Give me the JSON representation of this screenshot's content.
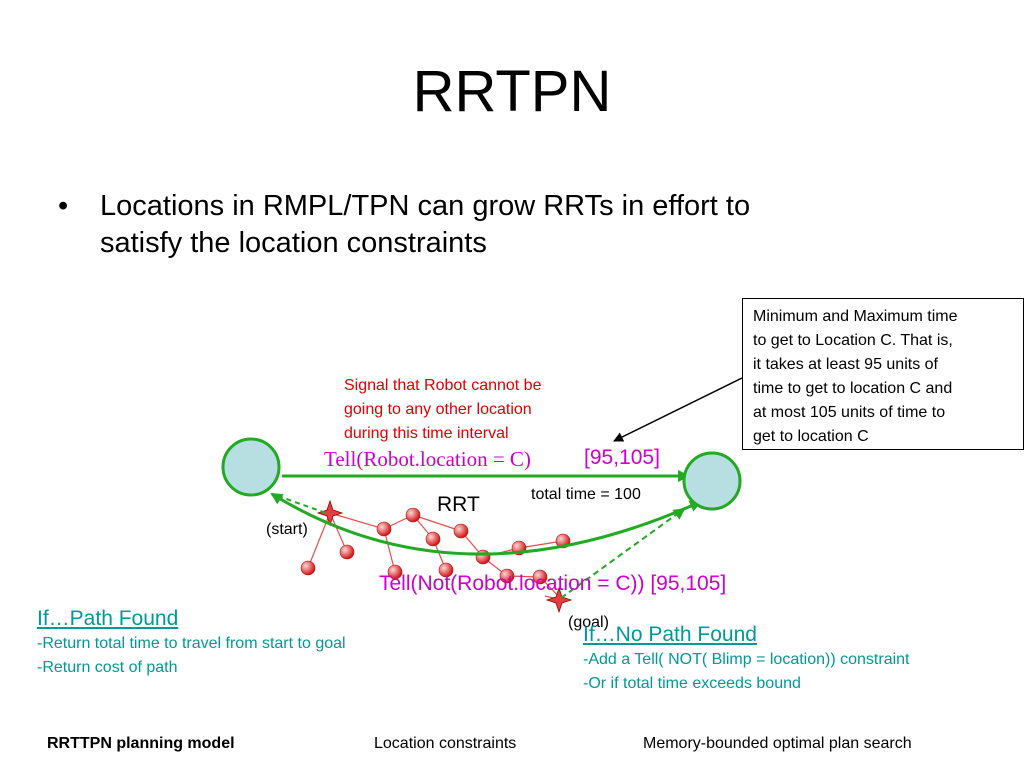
{
  "title": "RRTPN",
  "bullet": {
    "symbol": "•",
    "line1": "Locations in RMPL/TPN can grow RRTs in effort to",
    "line2": "satisfy the location constraints"
  },
  "callout": {
    "lines": [
      "Minimum and Maximum time",
      "to get to Location C. That is,",
      "it takes at least 95 units of",
      "time to get to location C and",
      "at most 105 units of time to",
      "get to location C"
    ]
  },
  "signal": {
    "lines": [
      "Signal that Robot cannot be",
      "going to any other location",
      "during this time interval"
    ],
    "color": "#e00000"
  },
  "diagram": {
    "tell_top": "Tell(Robot.location = C)",
    "tell_top_interval": "[95,105]",
    "tell_bottom": "Tell(Not(Robot.location = C)) [95,105]",
    "rrt_label": "RRT",
    "total_time": "total time = 100",
    "start_label": "(start)",
    "goal_label": "(goal)",
    "node_fill": "#b7dfe2",
    "node_stroke": "#22aa22",
    "arrow_color": "#22aa22",
    "label_color": "#cc00cc"
  },
  "if_found": {
    "heading": "If…Path Found",
    "lines": [
      "-Return total time to travel from start to goal",
      "-Return cost of path"
    ]
  },
  "if_no_path": {
    "heading": "If…No Path Found",
    "lines": [
      "-Add a Tell( NOT( Blimp = location)) constraint",
      "-Or if total time exceeds bound"
    ]
  },
  "footer": {
    "left": "RRTTPN planning model",
    "middle": "Location constraints",
    "right": "Memory-bounded optimal plan search"
  },
  "accent_color": "#009999"
}
